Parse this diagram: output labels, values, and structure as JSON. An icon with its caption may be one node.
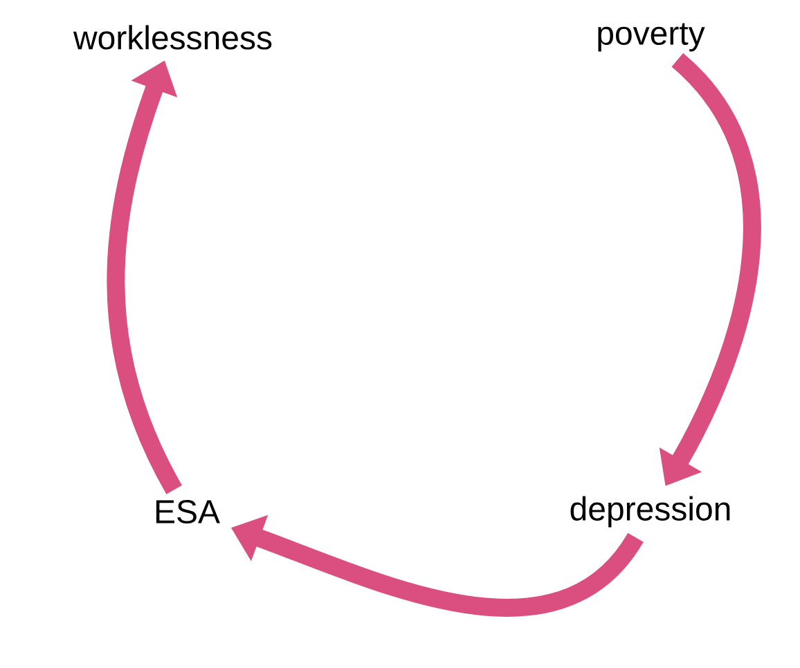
{
  "diagram": {
    "nodes": [
      {
        "text": [
          "worklessness"
        ]
      },
      {
        "text": [
          "poverty"
        ]
      },
      {
        "text": [
          "depression"
        ]
      },
      {
        "text": [
          "ESA"
        ]
      }
    ],
    "edges": [
      {
        "from": 1,
        "to": 2,
        "arrow": "to"
      },
      {
        "from": 2,
        "to": 3,
        "arrow": "to"
      },
      {
        "from": 3,
        "to": 0,
        "arrow": "to"
      }
    ]
  }
}
